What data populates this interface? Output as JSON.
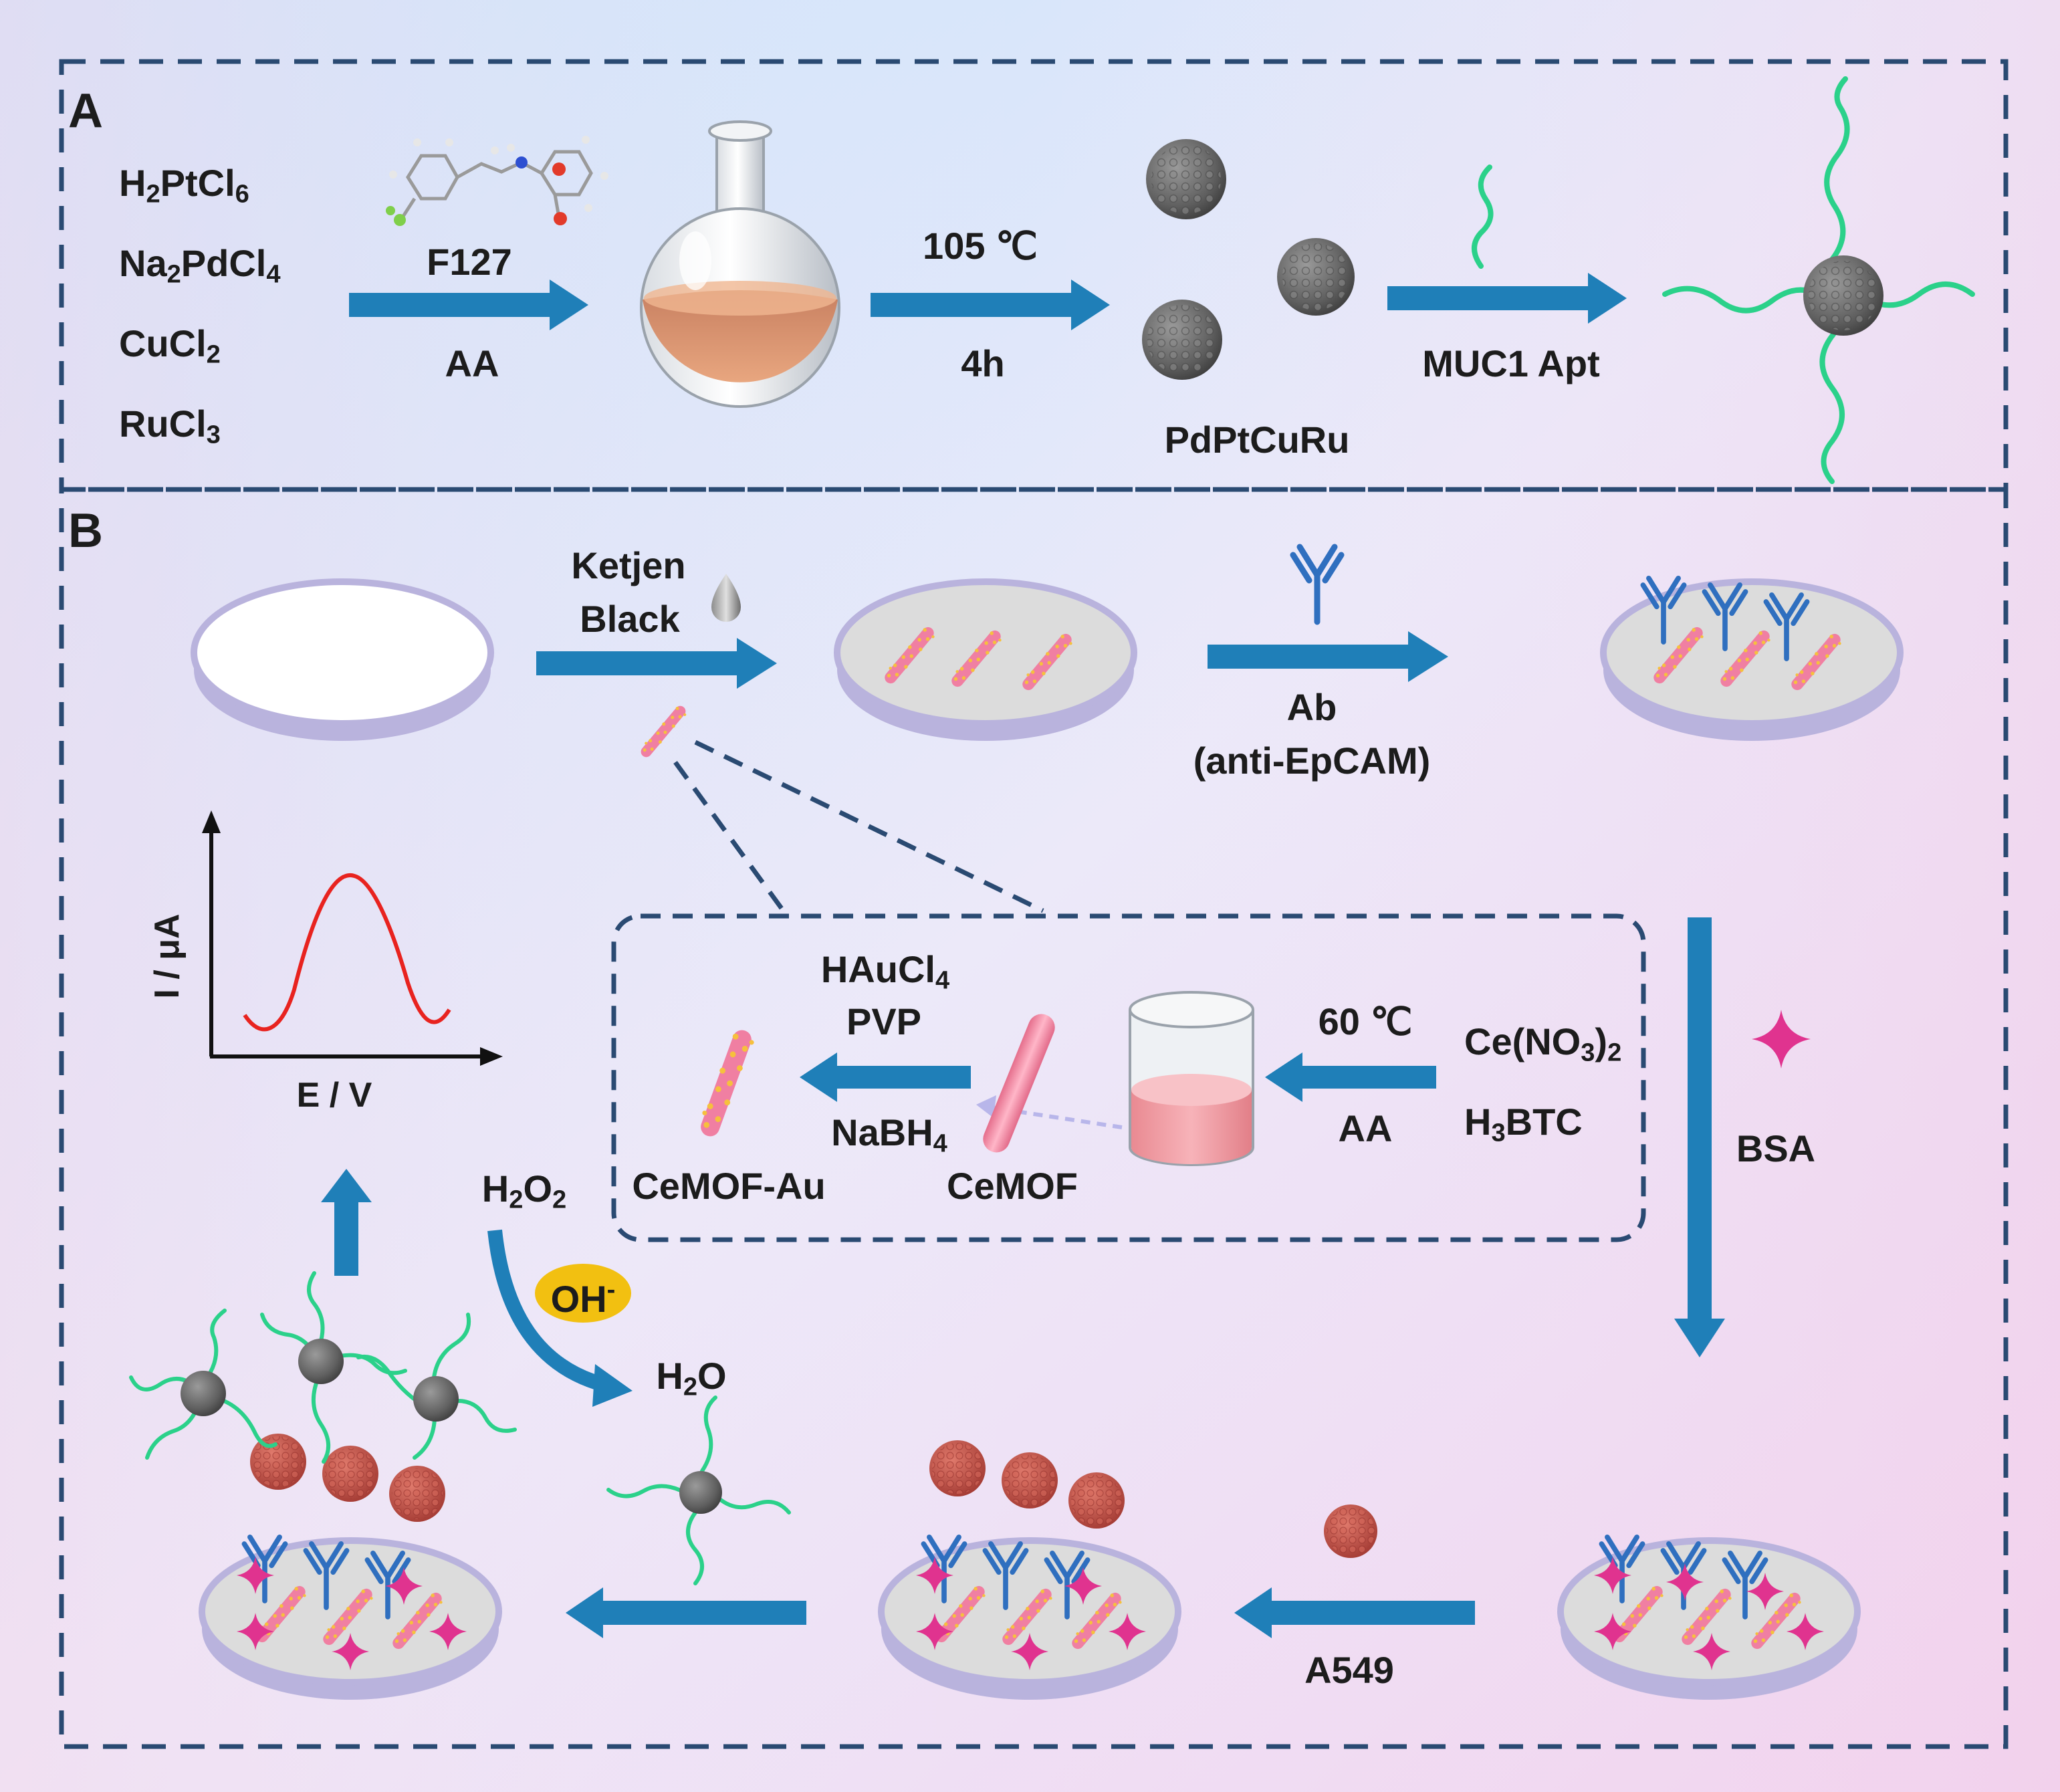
{
  "panels": {
    "a": "A",
    "b": "B"
  },
  "reagents": [
    {
      "base": "H",
      "parts": [
        [
          "H",
          ""
        ],
        [
          "2",
          "sub"
        ],
        [
          "PtCl",
          ""
        ],
        [
          "6",
          "sub"
        ]
      ]
    },
    {
      "parts": [
        [
          "Na",
          ""
        ],
        [
          "2",
          "sub"
        ],
        [
          "PdCl",
          ""
        ],
        [
          "4",
          "sub"
        ]
      ]
    },
    {
      "parts": [
        [
          "CuCl",
          ""
        ],
        [
          "2",
          "sub"
        ]
      ]
    },
    {
      "parts": [
        [
          "RuCl",
          ""
        ],
        [
          "3",
          "sub"
        ]
      ]
    }
  ],
  "step_a1": {
    "top": "F127",
    "bottom": "AA"
  },
  "step_a2": {
    "top": "105 ℃",
    "bottom": "4h"
  },
  "nanozyme_label": "PdPtCuRu",
  "aptamer_label": "MUC1 Apt",
  "ketjen": {
    "line1": "Ketjen",
    "line2": "Black"
  },
  "antibody": {
    "line1": "Ab",
    "line2": "(anti-EpCAM)"
  },
  "bsa_label": "BSA",
  "a549_label": "A549",
  "plot": {
    "ylabel": "I / μA",
    "xlabel": "E / V"
  },
  "inset": {
    "haucl4": {
      "parts": [
        [
          "HAuCl",
          ""
        ],
        [
          "4",
          "sub"
        ]
      ]
    },
    "pvp": "PVP",
    "nabh4": {
      "parts": [
        [
          "NaBH",
          ""
        ],
        [
          "4",
          "sub"
        ]
      ]
    },
    "cemof_au": "CeMOF-Au",
    "cemof": "CeMOF",
    "temp": "60 ℃",
    "aa": "AA",
    "ceno3": {
      "parts": [
        [
          "Ce(NO",
          ""
        ],
        [
          "3",
          "sub"
        ],
        [
          ")",
          ""
        ],
        [
          "2",
          "sub"
        ]
      ]
    },
    "h3btc": {
      "parts": [
        [
          "H",
          ""
        ],
        [
          "3",
          "sub"
        ],
        [
          "BTC",
          ""
        ]
      ]
    }
  },
  "catalysis": {
    "h2o2": {
      "parts": [
        [
          "H",
          ""
        ],
        [
          "2",
          "sub"
        ],
        [
          "O",
          ""
        ],
        [
          "2",
          "sub"
        ]
      ]
    },
    "oh": {
      "parts": [
        [
          "OH",
          ""
        ],
        [
          "-",
          "sup"
        ]
      ]
    },
    "h2o": {
      "parts": [
        [
          "H",
          ""
        ],
        [
          "2",
          "sub"
        ],
        [
          "O",
          ""
        ]
      ]
    }
  },
  "colors": {
    "arrow": "#1f7fb8",
    "dash": "#2a4a72",
    "aptamer": "#2bd18a",
    "antibody": "#2f6fbf",
    "star": "#e0338f",
    "cell": "#c8564a",
    "rod": "#f07fa2",
    "dot": "#f6c03d",
    "curve": "#e8231f",
    "disk_face": "#dcdcdc",
    "disk_rim": "#b9b3dd",
    "oh_bg": "#f2c011"
  }
}
